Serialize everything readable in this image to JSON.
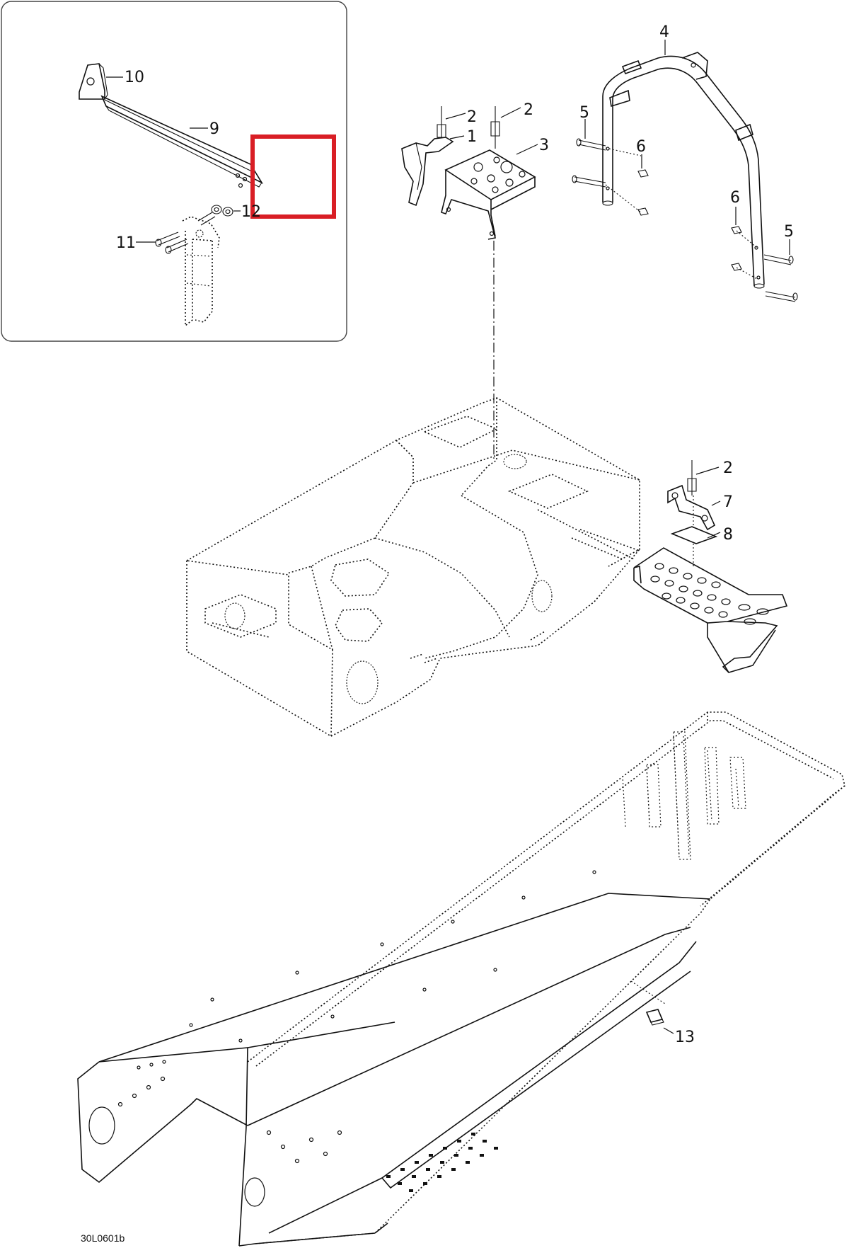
{
  "diagram": {
    "drawing_code": "30L0601b",
    "highlight_color": "#d91e25",
    "line_color": "#111111",
    "callouts": {
      "c10": "10",
      "c9": "9",
      "c12": "12",
      "c11": "11",
      "c4": "4",
      "c2a": "2",
      "c1": "1",
      "c2b": "2",
      "c3": "3",
      "c5a": "5",
      "c6a": "6",
      "c6b": "6",
      "c5b": "5",
      "c2c": "2",
      "c7": "7",
      "c8": "8",
      "c13": "13"
    }
  }
}
